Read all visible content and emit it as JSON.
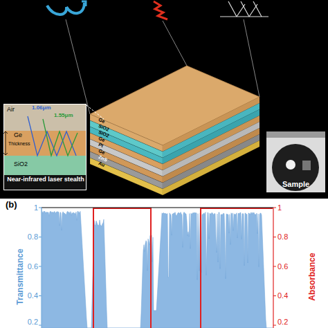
{
  "diagram": {
    "nodes": [
      {
        "text": [
          "Near-infrared laser stealth"
        ]
      },
      {
        "text": [
          "Air"
        ],
        "in": 0
      },
      {
        "text": [
          "Ge"
        ],
        "in": 0
      },
      {
        "text": [
          "SiO2"
        ],
        "in": 0
      },
      {
        "text": [
          "Ge"
        ]
      },
      {
        "text": [
          "SiO2"
        ]
      },
      {
        "text": [
          "SiO2"
        ]
      },
      {
        "text": [
          "Ge"
        ]
      },
      {
        "text": [
          "Pt"
        ]
      },
      {
        "text": [
          "Ge"
        ]
      },
      {
        "text": [
          "ZnS"
        ]
      },
      {
        "text": [
          "Au"
        ]
      },
      {
        "text": [
          "Sample"
        ]
      }
    ],
    "labels": [
      "1.06μm",
      "1.55μm",
      "Thickness",
      "(b)",
      "1",
      "0.8",
      "0.6",
      "0.4",
      "0.2",
      "Transmittance",
      "1",
      "0.8",
      "0.6",
      "0.4",
      "0.2",
      "Absorbance"
    ]
  }
}
